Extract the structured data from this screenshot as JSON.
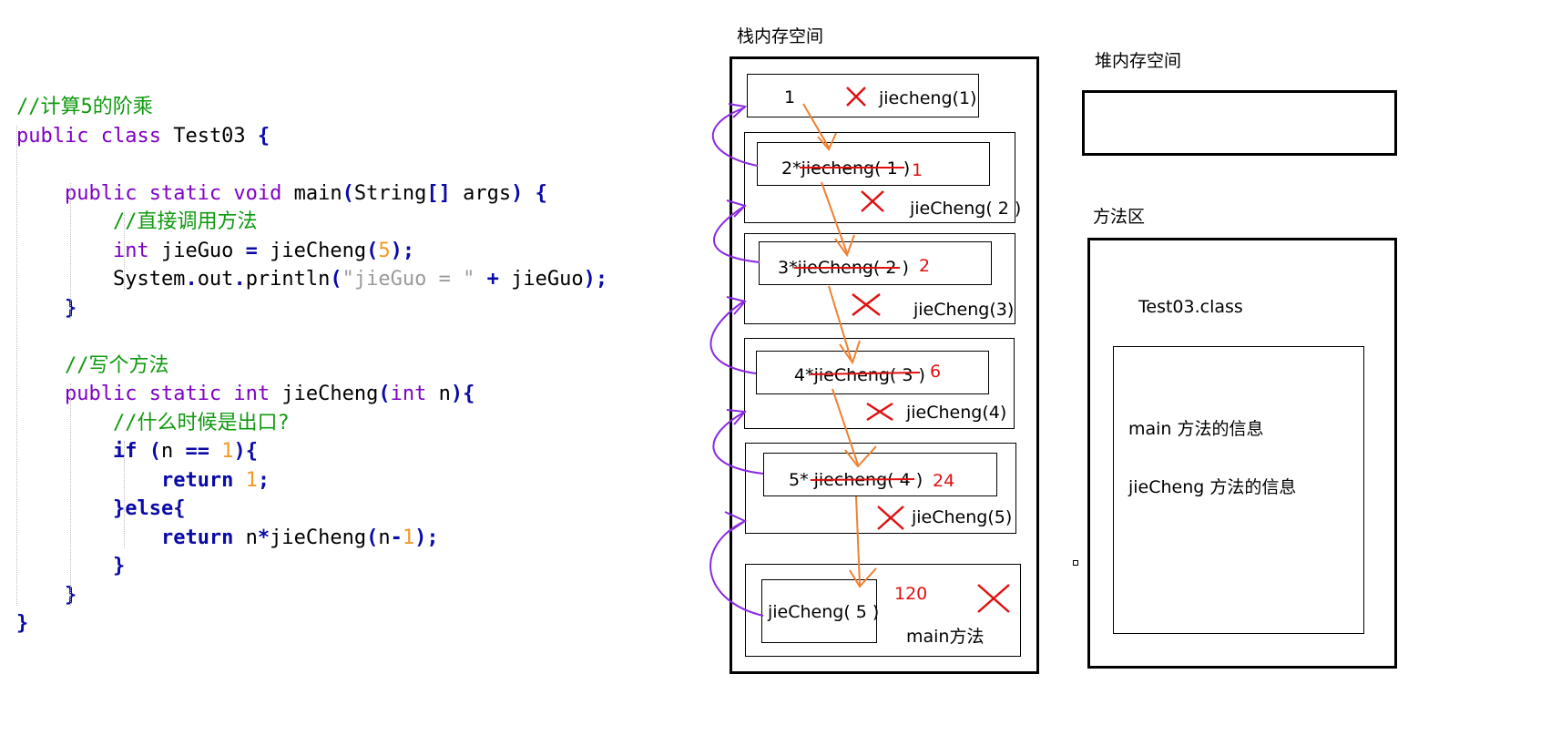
{
  "code": {
    "lines": [
      [
        [
          "cm",
          "//计算5的阶乘"
        ]
      ],
      [
        [
          "kw",
          "public "
        ],
        [
          "kw",
          "class "
        ],
        [
          "t",
          "Test03 "
        ],
        [
          "op",
          "{"
        ]
      ],
      [],
      [
        [
          "t",
          "    "
        ],
        [
          "kw",
          "public "
        ],
        [
          "kw",
          "static "
        ],
        [
          "kw",
          "void "
        ],
        [
          "t",
          "main"
        ],
        [
          "op",
          "("
        ],
        [
          "t",
          "String"
        ],
        [
          "op",
          "[] "
        ],
        [
          "t",
          "args"
        ],
        [
          "op",
          ") {"
        ]
      ],
      [
        [
          "t",
          "        "
        ],
        [
          "cm",
          "//直接调用方法"
        ]
      ],
      [
        [
          "t",
          "        "
        ],
        [
          "kw",
          "int "
        ],
        [
          "t",
          "jieGuo "
        ],
        [
          "op",
          "= "
        ],
        [
          "t",
          "jieCheng"
        ],
        [
          "op",
          "("
        ],
        [
          "num",
          "5"
        ],
        [
          "op",
          ");"
        ]
      ],
      [
        [
          "t",
          "        System"
        ],
        [
          "op",
          "."
        ],
        [
          "t",
          "out"
        ],
        [
          "op",
          "."
        ],
        [
          "t",
          "println"
        ],
        [
          "op",
          "("
        ],
        [
          "str",
          "\"jieGuo = \" "
        ],
        [
          "op",
          "+ "
        ],
        [
          "t",
          "jieGuo"
        ],
        [
          "op",
          ");"
        ]
      ],
      [
        [
          "t",
          "    "
        ],
        [
          "op",
          "}"
        ]
      ],
      [],
      [
        [
          "t",
          "    "
        ],
        [
          "cm",
          "//写个方法"
        ]
      ],
      [
        [
          "t",
          "    "
        ],
        [
          "kw",
          "public "
        ],
        [
          "kw",
          "static "
        ],
        [
          "kw",
          "int "
        ],
        [
          "t",
          "jieCheng"
        ],
        [
          "op",
          "("
        ],
        [
          "kw",
          "int "
        ],
        [
          "t",
          "n"
        ],
        [
          "op",
          "){"
        ]
      ],
      [
        [
          "t",
          "        "
        ],
        [
          "cm",
          "//什么时候是出口?"
        ]
      ],
      [
        [
          "t",
          "        "
        ],
        [
          "kwb",
          "if "
        ],
        [
          "op",
          "("
        ],
        [
          "t",
          "n "
        ],
        [
          "op",
          "== "
        ],
        [
          "num",
          "1"
        ],
        [
          "op",
          "){"
        ]
      ],
      [
        [
          "t",
          "            "
        ],
        [
          "kwb",
          "return "
        ],
        [
          "num",
          "1"
        ],
        [
          "op",
          ";"
        ]
      ],
      [
        [
          "t",
          "        "
        ],
        [
          "op",
          "}"
        ],
        [
          "kwb",
          "else"
        ],
        [
          "op",
          "{"
        ]
      ],
      [
        [
          "t",
          "            "
        ],
        [
          "kwb",
          "return "
        ],
        [
          "t",
          "n"
        ],
        [
          "op",
          "*"
        ],
        [
          "t",
          "jieCheng"
        ],
        [
          "op",
          "("
        ],
        [
          "t",
          "n"
        ],
        [
          "op",
          "-"
        ],
        [
          "num",
          "1"
        ],
        [
          "op",
          ");"
        ]
      ],
      [
        [
          "t",
          "        "
        ],
        [
          "op",
          "}"
        ]
      ],
      [
        [
          "t",
          "    "
        ],
        [
          "op",
          "}"
        ]
      ],
      [
        [
          "op",
          "}"
        ]
      ]
    ]
  },
  "stack": {
    "title": "栈内存空间",
    "frames": [
      {
        "expr": "1",
        "name": "jiecheng(1)",
        "result": ""
      },
      {
        "expr": "2*jiecheng( 1 )",
        "name": "jieCheng( 2 )",
        "result": "1"
      },
      {
        "expr": "3*jieCheng( 2 )",
        "name": "jieCheng(3)",
        "result": "2"
      },
      {
        "expr": "4*jieCheng( 3 )",
        "name": "jieCheng(4)",
        "result": "6"
      },
      {
        "expr": "5* jiecheng( 4 )",
        "name": "jieCheng(5)",
        "result": "24"
      },
      {
        "expr": "jieCheng( 5 )",
        "name": "main方法",
        "result": "120"
      }
    ]
  },
  "heap": {
    "title": "堆内存空间"
  },
  "method_area": {
    "title": "方法区",
    "class_name": "Test03.class",
    "info": [
      "main 方法的信息",
      "jieCheng 方法的信息"
    ]
  },
  "colors": {
    "comment": "#0f9a0f",
    "keyword": "#7f00c4",
    "keyword_bold": "#0a0aa8",
    "number": "#f09a28",
    "string": "#9a9a9a",
    "cross": "#e01010",
    "return_arrow": "#f08030",
    "call_arrow": "#8a2be2"
  }
}
